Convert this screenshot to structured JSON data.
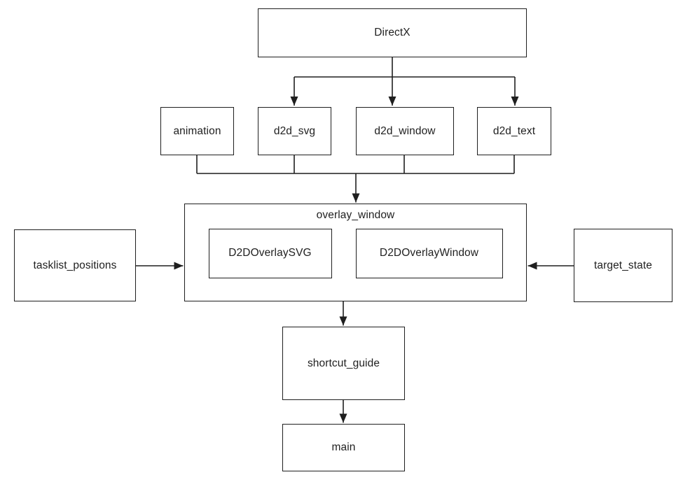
{
  "diagram": {
    "nodes": {
      "directx": {
        "label": "DirectX"
      },
      "animation": {
        "label": "animation"
      },
      "d2d_svg": {
        "label": "d2d_svg"
      },
      "d2d_window": {
        "label": "d2d_window"
      },
      "d2d_text": {
        "label": "d2d_text"
      },
      "overlay_window": {
        "label": "overlay_window"
      },
      "d2d_overlay_svg": {
        "label": "D2DOverlaySVG"
      },
      "d2d_overlay_window": {
        "label": "D2DOverlayWindow"
      },
      "tasklist_positions": {
        "label": "tasklist_positions"
      },
      "target_state": {
        "label": "target_state"
      },
      "shortcut_guide": {
        "label": "shortcut_guide"
      },
      "main": {
        "label": "main"
      }
    },
    "edges": [
      {
        "from": "DirectX",
        "to": "d2d_svg"
      },
      {
        "from": "DirectX",
        "to": "d2d_window"
      },
      {
        "from": "DirectX",
        "to": "d2d_text"
      },
      {
        "from": "animation",
        "to": "overlay_window"
      },
      {
        "from": "d2d_svg",
        "to": "overlay_window"
      },
      {
        "from": "d2d_window",
        "to": "overlay_window"
      },
      {
        "from": "d2d_text",
        "to": "overlay_window"
      },
      {
        "from": "tasklist_positions",
        "to": "overlay_window"
      },
      {
        "from": "target_state",
        "to": "overlay_window"
      },
      {
        "from": "overlay_window",
        "to": "shortcut_guide"
      },
      {
        "from": "shortcut_guide",
        "to": "main"
      }
    ],
    "colors": {
      "stroke": "#1f1f1f",
      "background": "#ffffff",
      "text": "#1f1f1f"
    }
  }
}
